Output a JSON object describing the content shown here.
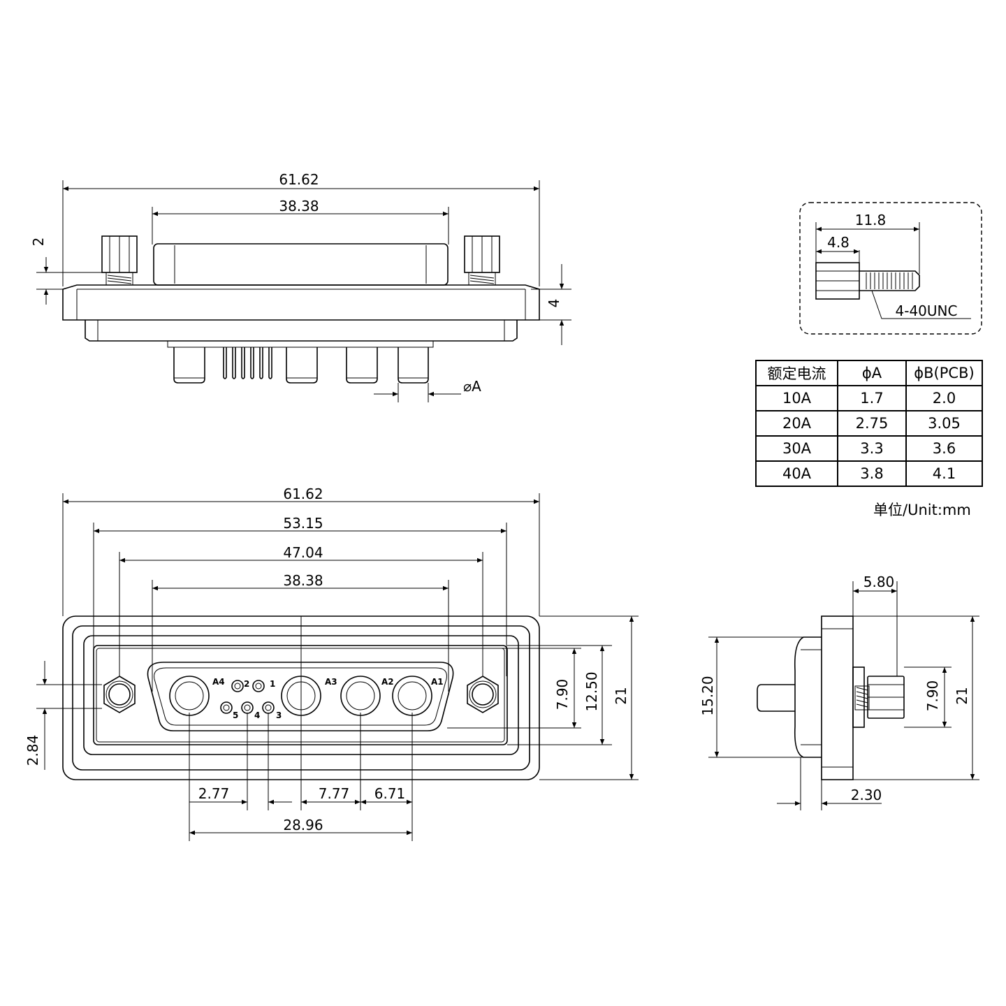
{
  "top_view": {
    "overall_width": "61.62",
    "shell_width": "38.38",
    "screw_height": "2",
    "flange_thickness": "4",
    "pin_diameter": "⌀A"
  },
  "front_view": {
    "overall_width": "61.62",
    "outer_width": "53.15",
    "hole_spacing": "47.04",
    "shell_width": "38.38",
    "height_7_90": "7.90",
    "height_12_50": "12.50",
    "height_21": "21",
    "offset_2_84": "2.84",
    "pitch_2_77": "2.77",
    "pitch_7_77": "7.77",
    "pitch_6_71": "6.71",
    "span_28_96": "28.96",
    "pin_labels": [
      "A4",
      "2",
      "1",
      "A3",
      "A2",
      "A1",
      "5",
      "4",
      "3"
    ]
  },
  "side_view": {
    "d_5_80": "5.80",
    "d_15_20": "15.20",
    "d_7_90": "7.90",
    "d_21": "21",
    "d_2_30": "2.30"
  },
  "screw_detail": {
    "length": "11.8",
    "head": "4.8",
    "thread": "4-40UNC"
  },
  "spec_table": {
    "headers": [
      "额定电流",
      "ϕA",
      "ϕB(PCB)"
    ],
    "rows": [
      [
        "10A",
        "1.7",
        "2.0"
      ],
      [
        "20A",
        "2.75",
        "3.05"
      ],
      [
        "30A",
        "3.3",
        "3.6"
      ],
      [
        "40A",
        "3.8",
        "4.1"
      ]
    ]
  },
  "unit_note": "单位/Unit:mm"
}
